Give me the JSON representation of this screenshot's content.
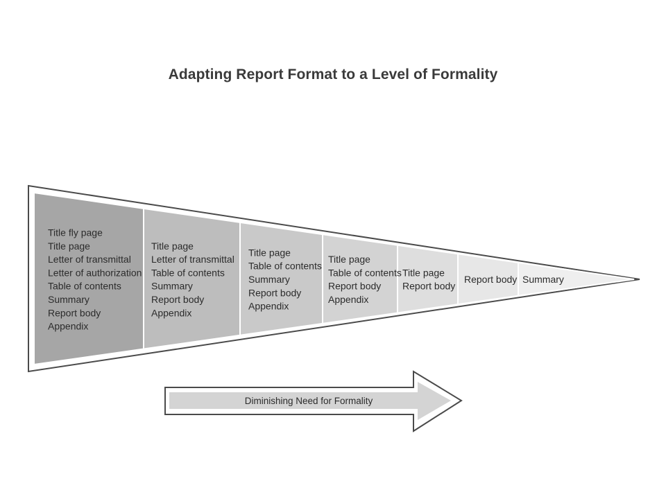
{
  "title": "Adapting Report Format to a Level of Formality",
  "columns": [
    {
      "items": [
        "Title fly page",
        "Title page",
        "Letter of transmittal",
        "Letter of authorization",
        "Table of contents",
        "Summary",
        "Report body",
        "Appendix"
      ]
    },
    {
      "items": [
        "Title page",
        "Letter of transmittal",
        "Table of contents",
        "Summary",
        "Report body",
        "Appendix"
      ]
    },
    {
      "items": [
        "Title page",
        "Table of contents",
        "Summary",
        "Report body",
        "Appendix"
      ]
    },
    {
      "items": [
        "Title page",
        "Table of contents",
        "Report body",
        "Appendix"
      ]
    },
    {
      "items": [
        "Title page",
        "Report body"
      ]
    },
    {
      "items": [
        "Report body"
      ]
    },
    {
      "items": [
        "Summary"
      ]
    }
  ],
  "arrow_label": "Diminishing Need for Formality",
  "colors": {
    "column_fills": [
      "#a6a6a6",
      "#bdbdbd",
      "#c9c9c9",
      "#d3d3d3",
      "#dedede",
      "#e7e7e7",
      "#efefef"
    ],
    "outline": "#4a4a4a",
    "text": "#2b2b2b"
  }
}
